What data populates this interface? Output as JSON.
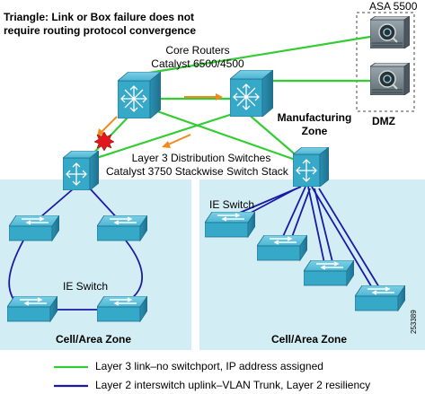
{
  "title_line1": "Triangle:  Link or Box failure does not",
  "title_line2": "require routing protocol convergence",
  "core_label_line1": "Core Routers",
  "core_label_line2": "Catalyst 6500/4500",
  "asa_label": "ASA 5500",
  "dmz_label": "DMZ",
  "manufacturing_line1": "Manufacturing",
  "manufacturing_line2": "Zone",
  "distribution_line1": "Layer 3 Distribution Switches",
  "distribution_line2": "Catalyst 3750 Stackwise Switch Stack",
  "left_ie_switch": "IE Switch",
  "right_ie_switch": "IE Switch",
  "left_zone_label": "Cell/Area Zone",
  "right_zone_label": "Cell/Area Zone",
  "figure_id": "253389",
  "legend": [
    {
      "text": "Layer 3 link–no switchport, IP address assigned",
      "color": "#33cc33"
    },
    {
      "text": "Layer 2 interswitch uplink–VLAN Trunk, Layer 2 resiliency",
      "color": "#1a1aa6"
    }
  ],
  "colors": {
    "zone_fill": "#d2eef4",
    "zone_border": "#8ab6c4",
    "l3_link": "#33cc33",
    "l2_link": "#1a1aa6",
    "device": "#36a8c8",
    "device_dark": "#1f6f8c",
    "failover_arrow": "#f08a1e",
    "failure_burst": "#e0181b"
  }
}
